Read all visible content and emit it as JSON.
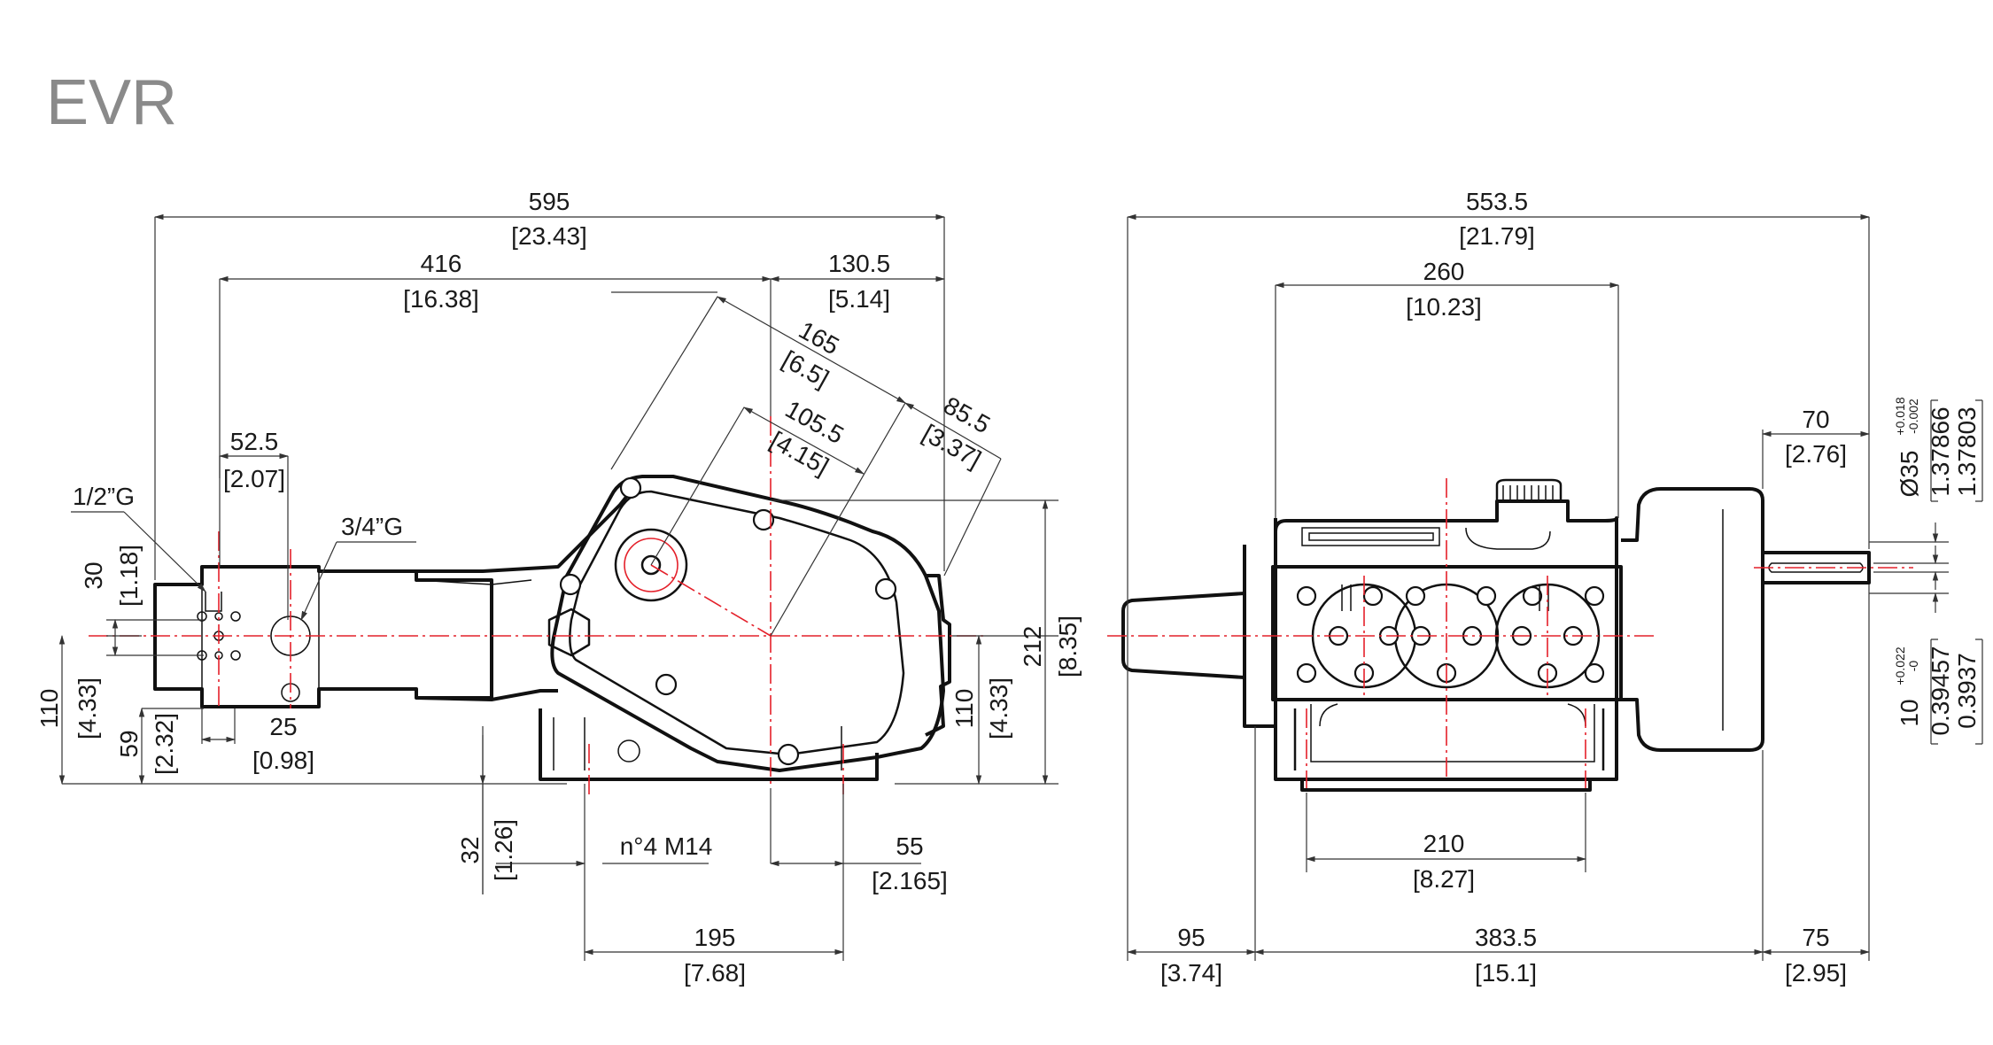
{
  "title": "EVR",
  "left_view": {
    "overall_length": "595",
    "overall_length_in": "[23.43]",
    "len_416": "416",
    "len_416_in": "[16.38]",
    "len_130_5": "130.5",
    "len_130_5_in": "[5.14]",
    "diag_165": "165",
    "diag_165_in": "[6.5]",
    "diag_105_5": "105.5",
    "diag_105_5_in": "[4.15]",
    "diag_85_5": "85.5",
    "diag_85_5_in": "[3.37]",
    "len_52_5": "52.5",
    "len_52_5_in": "[2.07]",
    "port_half": "1/2”G",
    "port_three_quarter": "3/4”G",
    "h_30": "30",
    "h_30_in": "[1.18]",
    "h_110_left": "110",
    "h_110_left_in": "[4.33]",
    "h_59": "59",
    "h_59_in": "[2.32]",
    "len_25": "25",
    "len_25_in": "[0.98]",
    "h_212": "212",
    "h_212_in": "[8.35]",
    "h_110_right": "110",
    "h_110_right_in": "[4.33]",
    "h_32": "32",
    "h_32_in": "[1.26]",
    "mount_holes": "n°4 M14",
    "len_55": "55",
    "len_55_in": "[2.165]",
    "len_195": "195",
    "len_195_in": "[7.68]"
  },
  "right_view": {
    "overall_length": "553.5",
    "overall_length_in": "[21.79]",
    "len_260": "260",
    "len_260_in": "[10.23]",
    "len_70": "70",
    "len_70_in": "[2.76]",
    "shaft_dia": "Ø35",
    "shaft_tol_plus": "+0.018",
    "shaft_tol_minus": "-0.002",
    "shaft_in_max": "1.37866",
    "shaft_in_min": "1.37803",
    "key_width": "10",
    "key_tol_plus": "+0.022",
    "key_tol_minus": "-0",
    "key_in_max": "0.39457",
    "key_in_min": "0.3937",
    "len_210": "210",
    "len_210_in": "[8.27]",
    "len_95": "95",
    "len_95_in": "[3.74]",
    "len_383_5": "383.5",
    "len_383_5_in": "[15.1]",
    "len_75": "75",
    "len_75_in": "[2.95]"
  },
  "colors": {
    "title": "#8a8a8a",
    "outline": "#111111",
    "centerline": "#e4202a"
  }
}
